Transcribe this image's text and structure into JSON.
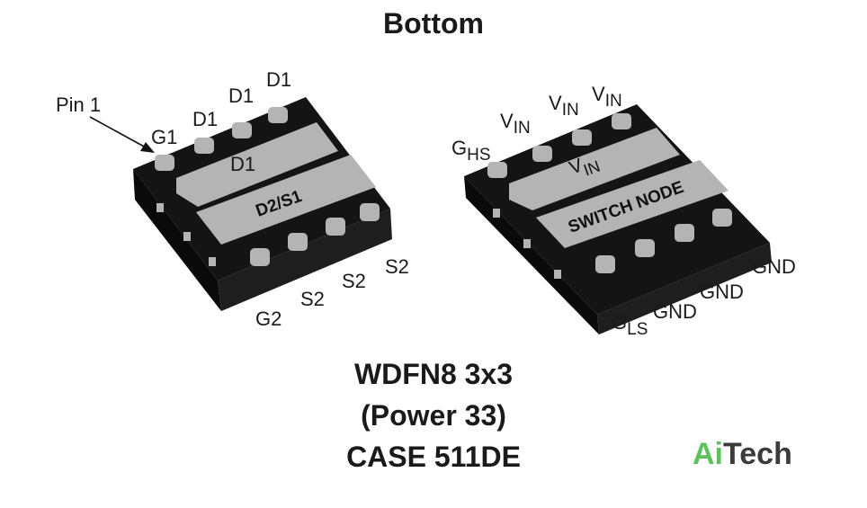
{
  "title": "Bottom",
  "left_chip": {
    "pin1_label": "Pin 1",
    "top_pins": [
      "G1",
      "D1",
      "D1",
      "D1"
    ],
    "upper_pad_label": "D1",
    "lower_pad_label": "D2/S1",
    "bottom_pins": [
      "G2",
      "S2",
      "S2",
      "S2"
    ]
  },
  "right_chip": {
    "top_pins": [
      {
        "main": "G",
        "sub": "HS"
      },
      {
        "main": "V",
        "sub": "IN"
      },
      {
        "main": "V",
        "sub": "IN"
      },
      {
        "main": "V",
        "sub": "IN"
      }
    ],
    "upper_pad": {
      "main": "V",
      "sub": "IN"
    },
    "lower_pad_label": "SWITCH NODE",
    "bottom_pins": [
      {
        "main": "G",
        "sub": "LS"
      },
      {
        "main": "GND",
        "sub": ""
      },
      {
        "main": "GND",
        "sub": ""
      },
      {
        "main": "GND",
        "sub": ""
      }
    ]
  },
  "package": {
    "line1": "WDFN8 3x3",
    "line2": "(Power 33)",
    "line3": "CASE 511DE"
  },
  "logo": {
    "part1": "Ai",
    "part2": "Tech"
  },
  "colors": {
    "body": "#141414",
    "pad": "#b4b4b4",
    "text": "#1a1a1a",
    "logo_green": "#5cc25c",
    "logo_gray": "#3b3b3b"
  }
}
